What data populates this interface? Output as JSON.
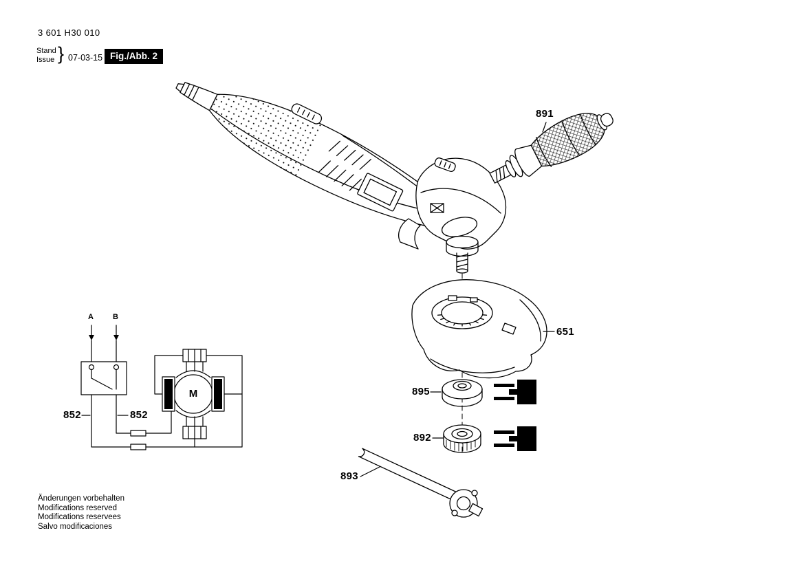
{
  "colors": {
    "background": "#ffffff",
    "ink": "#000000",
    "figure_box_bg": "#000000",
    "figure_box_text": "#ffffff"
  },
  "header": {
    "part_number": "3 601 H30 010",
    "stand_label": "Stand",
    "issue_label": "Issue",
    "brace": "}",
    "date": "07-03-15",
    "figure_label": "Fig./Abb. 2"
  },
  "part_labels": {
    "side_handle": "891",
    "wheel_guard": "651",
    "backing_flange": "895",
    "clamping_nut": "892",
    "pin_wrench": "893",
    "carbon_brush_left": "852",
    "carbon_brush_right": "852"
  },
  "wiring_labels": {
    "terminal_a": "A",
    "terminal_b": "B",
    "motor": "M"
  },
  "footer": {
    "lines": [
      "Änderungen vorbehalten",
      "Modifications reserved",
      "Modifications reservees",
      "Salvo modificaciones"
    ]
  }
}
